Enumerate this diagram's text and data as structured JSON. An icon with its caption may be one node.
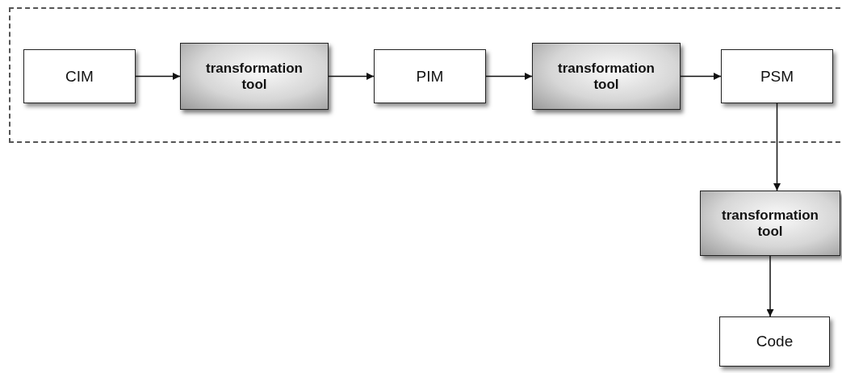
{
  "diagram": {
    "nodes": [
      {
        "text": [],
        "shape": "box"
      },
      {
        "text": [
          "CIM"
        ],
        "in": 0
      },
      {
        "text": [
          "transformation tool"
        ],
        "in": 0
      },
      {
        "text": [
          "PIM"
        ],
        "in": 0
      },
      {
        "text": [
          "transformation tool"
        ],
        "in": 0
      },
      {
        "text": [
          "PSM"
        ],
        "in": 0
      },
      {
        "text": [
          "transformation tool"
        ]
      },
      {
        "text": [
          "Code"
        ]
      }
    ],
    "edges": [
      {
        "from": 1,
        "to": 2,
        "arrow": "to"
      },
      {
        "from": 2,
        "to": 3,
        "arrow": "to"
      },
      {
        "from": 3,
        "to": 4,
        "arrow": "to"
      },
      {
        "from": 4,
        "to": 5,
        "arrow": "to"
      },
      {
        "from": 5,
        "to": 6,
        "arrow": "to"
      },
      {
        "from": 6,
        "to": 7,
        "arrow": "to"
      }
    ]
  }
}
